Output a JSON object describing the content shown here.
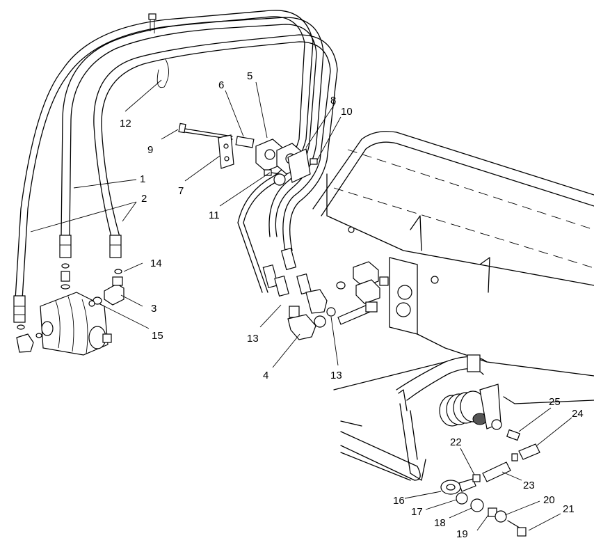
{
  "colors": {
    "ink": "#000000",
    "paper": "#ffffff",
    "shade": "#555555"
  },
  "callouts": [
    {
      "id": "c1",
      "label": "1"
    },
    {
      "id": "c2",
      "label": "2"
    },
    {
      "id": "c3",
      "label": "3"
    },
    {
      "id": "c4",
      "label": "4"
    },
    {
      "id": "c5",
      "label": "5"
    },
    {
      "id": "c6",
      "label": "6"
    },
    {
      "id": "c7",
      "label": "7"
    },
    {
      "id": "c8",
      "label": "8"
    },
    {
      "id": "c9",
      "label": "9"
    },
    {
      "id": "c10",
      "label": "10"
    },
    {
      "id": "c11",
      "label": "11"
    },
    {
      "id": "c12",
      "label": "12"
    },
    {
      "id": "c13a",
      "label": "13"
    },
    {
      "id": "c13b",
      "label": "13"
    },
    {
      "id": "c14",
      "label": "14"
    },
    {
      "id": "c15",
      "label": "15"
    },
    {
      "id": "c16",
      "label": "16"
    },
    {
      "id": "c17",
      "label": "17"
    },
    {
      "id": "c18",
      "label": "18"
    },
    {
      "id": "c19",
      "label": "19"
    },
    {
      "id": "c20",
      "label": "20"
    },
    {
      "id": "c21",
      "label": "21"
    },
    {
      "id": "c22",
      "label": "22"
    },
    {
      "id": "c23",
      "label": "23"
    },
    {
      "id": "c24",
      "label": "24"
    },
    {
      "id": "c25",
      "label": "25"
    }
  ]
}
